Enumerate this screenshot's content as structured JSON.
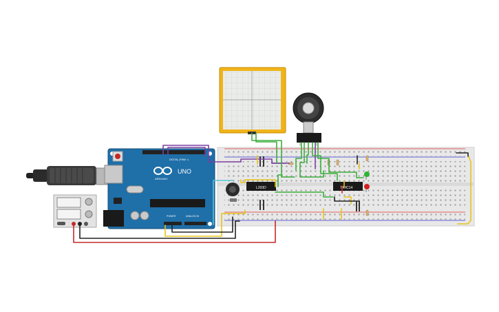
{
  "arduino": {
    "model": "UNO",
    "brand": "ARDUINO",
    "digital_label": "DIGITAL (PWM ~)",
    "power_label": "POWER",
    "analog_label": "ANALOG IN",
    "color": "#1f6fa8"
  },
  "chips": {
    "driver_label": "L293D",
    "inverter_label": "74HC14"
  },
  "oscilloscope": {
    "frame_color": "#f0b41a",
    "screen_color": "#e9ece9"
  },
  "colors": {
    "wire_purple": "#7a3fa0",
    "wire_green": "#3cae3c",
    "wire_yellow": "#e6c21a",
    "wire_red": "#c62828",
    "wire_black": "#222222",
    "wire_cyan": "#58c4d8",
    "led_green": "#2fb52f",
    "led_red": "#d32020"
  }
}
